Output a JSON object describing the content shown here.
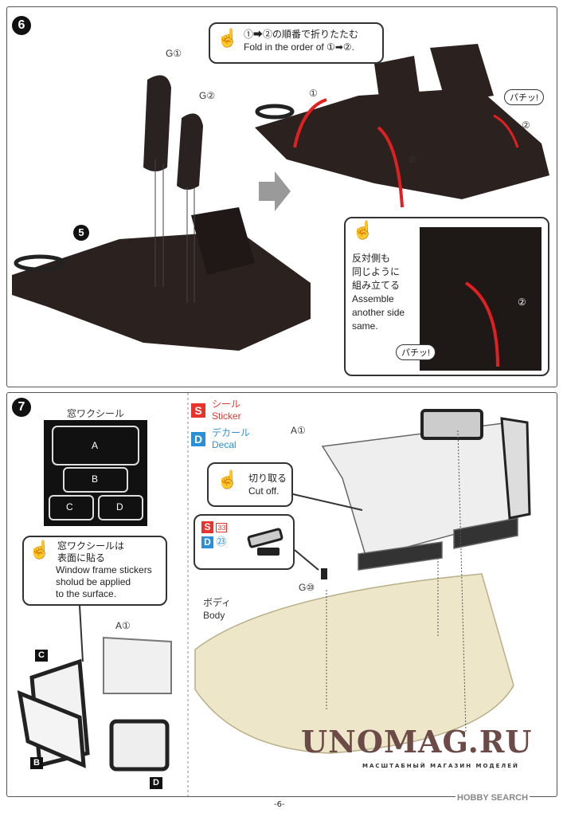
{
  "step6": {
    "number": "6",
    "tip": {
      "jp": "①➡②の順番で折りたたむ",
      "en": "Fold in the order of ①➡②."
    },
    "part_labels": [
      "G①",
      "G②"
    ],
    "sub_step": "5",
    "fold_labels": [
      "①",
      "②"
    ],
    "snap": "パチッ!",
    "inset": {
      "jp_lines": [
        "反対側も",
        "同じように",
        "組み立てる"
      ],
      "en_lines": [
        "Assemble",
        "another side",
        "same."
      ],
      "snap": "パチッ!",
      "fold": "②"
    }
  },
  "step7": {
    "number": "7",
    "sheet": {
      "title": "窓ワクシール",
      "items": [
        "A",
        "B",
        "C",
        "D"
      ]
    },
    "tip": {
      "jp_lines": [
        "窓ワクシールは",
        "表面に貼る"
      ],
      "en_lines": [
        "Window frame stickers",
        "sholud be applied",
        "to the surface."
      ]
    },
    "left_labels": {
      "part": "A①",
      "c": "C",
      "b": "B",
      "d": "D"
    },
    "legend": [
      {
        "badge": "S",
        "jp": "シール",
        "en": "Sticker",
        "color": "#e8322c"
      },
      {
        "badge": "D",
        "jp": "デカール",
        "en": "Decal",
        "color": "#2a8fd6"
      }
    ],
    "part_a": "A①",
    "cut": {
      "jp": "切り取る",
      "en": "Cut off."
    },
    "mirror": {
      "s_badge": "S",
      "s_num": "33",
      "d_badge": "D",
      "d_num": "㉓"
    },
    "part_g": "G⑩",
    "body": {
      "jp": "ボディ",
      "en": "Body"
    }
  },
  "watermark": {
    "title": "UNOMAG.RU",
    "subtitle": "МАСШТАБНЫЙ МАГАЗИН МОДЕЛЕЙ"
  },
  "hobby_search": "HOBBY SEARCH",
  "page_number": "-6-"
}
